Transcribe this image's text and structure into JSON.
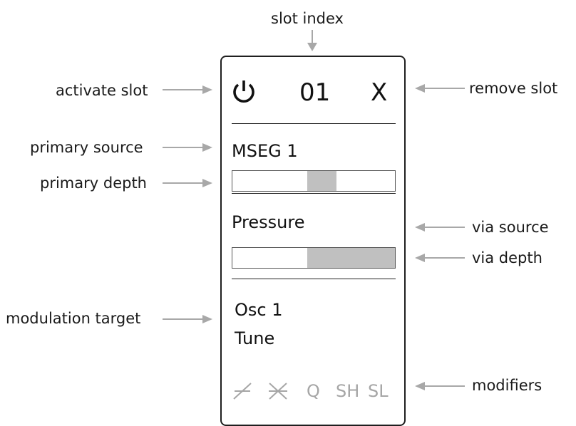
{
  "labels": {
    "slot_index": "slot index",
    "activate_slot": "activate slot",
    "remove_slot": "remove slot",
    "primary_source": "primary source",
    "primary_depth": "primary depth",
    "via_source": "via source",
    "via_depth": "via depth",
    "modulation_target": "modulation target",
    "modifiers": "modifiers"
  },
  "slot": {
    "index": "01",
    "remove": "X",
    "primary_source": "MSEG 1",
    "primary_depth_fill": {
      "from": 0.46,
      "to": 0.64
    },
    "via_source": "Pressure",
    "via_depth_fill": {
      "from": 0.46,
      "to": 1.0
    },
    "target_line1": "Osc 1",
    "target_line2": "Tune",
    "modifier_q": "Q",
    "modifier_sh": "SH",
    "modifier_sl": "SL"
  },
  "icons": {
    "power": "power-icon",
    "slash_modifier": "slash-icon",
    "cross_modifier": "cross-icon"
  },
  "colors": {
    "arrow": "#a8a8a8",
    "fill": "#c0c0c0",
    "modifier": "#a6a6a6"
  }
}
